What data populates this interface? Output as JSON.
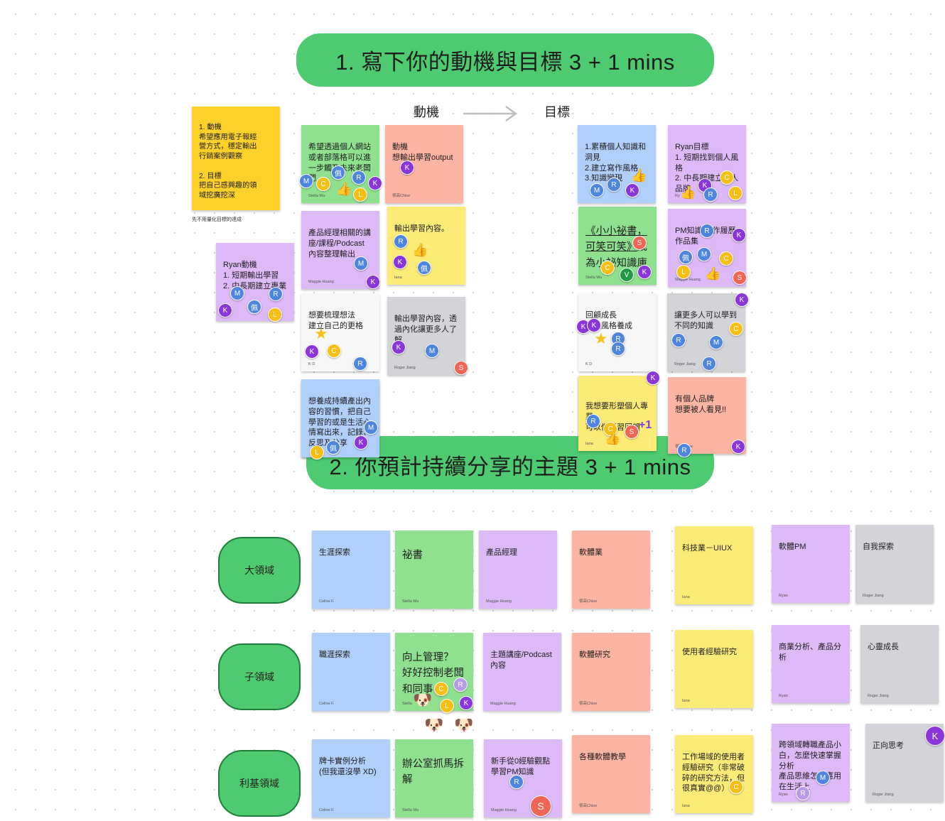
{
  "banners": {
    "b1": "1. 寫下你的動機與目標   3 + 1 mins",
    "b2": "2. 你預計持續分享的主題   3 + 1 mins"
  },
  "headers": {
    "motive": "動機",
    "goal": "目標"
  },
  "guide": {
    "text": "1. 動機\n    希望應用電子報經\n    營方式，穩定輸出\n    行銷案例觀察\n\n2. 目標\n    把自己感興趣的領\n    域挖廣挖深",
    "caption": "先不用量化目標的達成"
  },
  "motive_notes": {
    "ryan": {
      "text": "Ryan動機\n1. 短期輸出學習\n2. 中長期建立專業"
    },
    "stella": {
      "text": "希望透過個人網站\n或者部落格可以進\n一步觸及未來老闆\n們",
      "author": "Stella Wu"
    },
    "chloe": {
      "text": "動機\n想輸出學習output",
      "author": "很高Chloe"
    },
    "maggie": {
      "text": "產品經理相關的講\n座/課程/Podcast\n內容整理輸出",
      "author": "Maggie Huang"
    },
    "iana": {
      "text": "輸出學習內容。",
      "author": "Iana"
    },
    "kd": {
      "text": "想要梳理想法\n建立自己的更格",
      "author": "K D"
    },
    "roger": {
      "text": "輸出學習內容，透\n過內化讓更多人了\n解",
      "author": "Roger Jiang"
    },
    "celine": {
      "text": "想養成持續產出內\n容的習慣，把自己\n學習的或是生活心\n情寫出來，記錄、\n反思及分享"
    }
  },
  "goal_notes": {
    "g1": {
      "text": "1.累積個人知識和\n洞見\n2.建立寫作風格\n3.知識變現"
    },
    "g2": {
      "text": "Ryan目標\n1. 短期找到個人風\n格\n2. 中長期建立個人\n品牌",
      "author": "Ry"
    },
    "g3": {
      "link": "《小小祕書，\n可笑可笑》",
      "text": "成\n為小祕知識庫",
      "author": "Stella Wu"
    },
    "g4": {
      "text": "PM知識/實作履歷\n作品集",
      "author": "Maggie Huang"
    },
    "g5": {
      "text": "回顧成長\n個人風格養成",
      "author": "K D"
    },
    "g6": {
      "text": "讓更多人可以學到\n不同的知識",
      "author": "Roger Jiang"
    },
    "g7": {
      "text": "我想要形塑個人專\n業\n可以做學習回顧",
      "author": "Iana"
    },
    "g8": {
      "text": "有個人品牌\n想要被人看見!!",
      "author": "很高Chloe"
    }
  },
  "rows": {
    "r1": "大領域",
    "r2": "子領域",
    "r3": "利基領域"
  },
  "topics": {
    "a1": {
      "text": "生涯探索",
      "author": "Celine F."
    },
    "a2": {
      "text": "祕書",
      "author": "Stella Wu"
    },
    "a3": {
      "text": "產品經理",
      "author": "Maggie Huang"
    },
    "a4": {
      "text": "軟體業",
      "author": "很高Chloe"
    },
    "a5": {
      "text": "科技業－UIUX",
      "author": "Iana"
    },
    "a6": {
      "text": "軟體PM",
      "author": "Ryan"
    },
    "a7": {
      "text": "自我探索",
      "author": "Roger Jiang"
    },
    "b1": {
      "text": "職涯探索",
      "author": "Celine F."
    },
    "b2": {
      "text": "向上管理？\n好好控制老闆\n和同事",
      "author": "Stella"
    },
    "b3": {
      "text": "主題講座/Podcast\n內容",
      "author": "Maggie Huang"
    },
    "b4": {
      "text": "軟體研究",
      "author": "很高Chloe"
    },
    "b5": {
      "text": "使用者經驗研究",
      "author": "Iana"
    },
    "b6": {
      "text": "商業分析、產品分\n析",
      "author": "Ryan"
    },
    "b7": {
      "text": "心靈成長",
      "author": "Roger Jiang"
    },
    "c1": {
      "text": "牌卡實例分析\n(但我還沒學 XD)",
      "author": "Celine F."
    },
    "c2": {
      "text": "辦公室抓馬拆\n解",
      "author": "Stella Wu"
    },
    "c3": {
      "text": "新手從0經驗觀點\n學習PM知識",
      "author": "Maggie Huang"
    },
    "c4": {
      "text": "各種軟體教學",
      "author": "很高Chloe"
    },
    "c5": {
      "text": "工作場域的使用者\n經驗研究（非常破\n碎的研究方法，但\n很真實@@）",
      "author": "Iana"
    },
    "c6": {
      "text": "跨領域轉職產品小\n白，怎麼快速掌握\n分析\n產品思維怎麼應用\n在生活上",
      "author": "Ryan"
    },
    "c7": {
      "text": "正向思考",
      "author": "Roger Jiang"
    }
  },
  "stamps": {
    "M": "M",
    "R": "R",
    "K": "K",
    "C": "C",
    "L": "L",
    "S": "S",
    "V": "V",
    "pei": "佩"
  },
  "reaction": {
    "plus_one": "+1"
  },
  "icons": {
    "arrow": "arrow-right-icon",
    "thumb": "thumbs-up-icon",
    "star": "star-icon",
    "dog": "dog-face-icon"
  },
  "colors": {
    "banner": "#4ecb71",
    "green": "#8fe08f",
    "blue": "#b1cffb",
    "salmon": "#fdb4a2",
    "yellow": "#fdeb78",
    "purple": "#ddb9f7",
    "white": "#f7f7f7",
    "gray": "#d2d4d8",
    "gold": "#fdd12a"
  }
}
